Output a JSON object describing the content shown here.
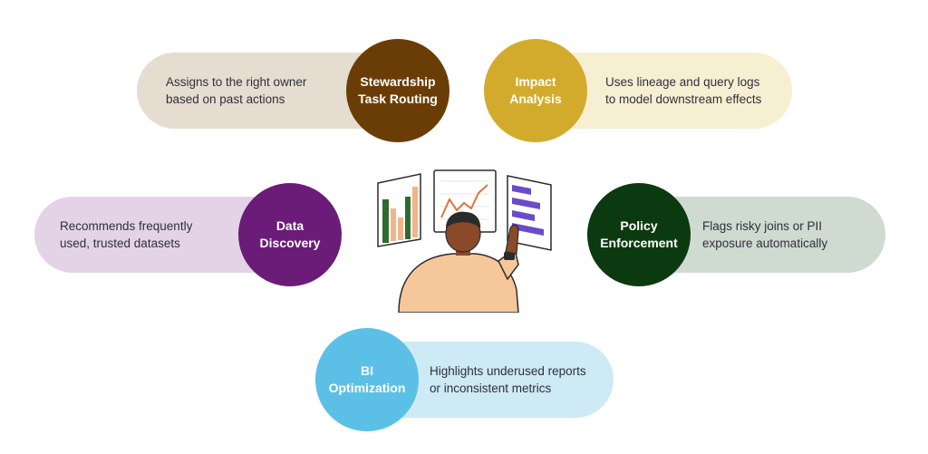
{
  "colors": {
    "stewardship_circle": "#6b3d06",
    "stewardship_pill": "#e6ddd1",
    "impact_circle": "#d2ab2c",
    "impact_pill": "#f7efd2",
    "data_circle": "#6b1c78",
    "data_pill": "#e4d3e6",
    "policy_circle": "#0c3a10",
    "policy_pill": "#cfdad1",
    "bi_circle": "#5cc0e6",
    "bi_pill": "#cdeaf5"
  },
  "nodes": {
    "stewardship": {
      "title": "Stewardship\nTask Routing",
      "description": "Assigns to the right owner\nbased on past actions"
    },
    "impact": {
      "title": "Impact\nAnalysis",
      "description": "Uses lineage and query logs\nto model downstream effects"
    },
    "data_discovery": {
      "title": "Data\nDiscovery",
      "description": "Recommends frequently\nused, trusted datasets"
    },
    "policy": {
      "title": "Policy\nEnforcement",
      "description": "Flags risky joins or PII\nexposure automatically"
    },
    "bi": {
      "title": "BI\nOptimization",
      "description": "Highlights underused reports\nor inconsistent metrics"
    }
  },
  "illustration": {
    "icon": "analyst-with-dashboards-illustration"
  }
}
